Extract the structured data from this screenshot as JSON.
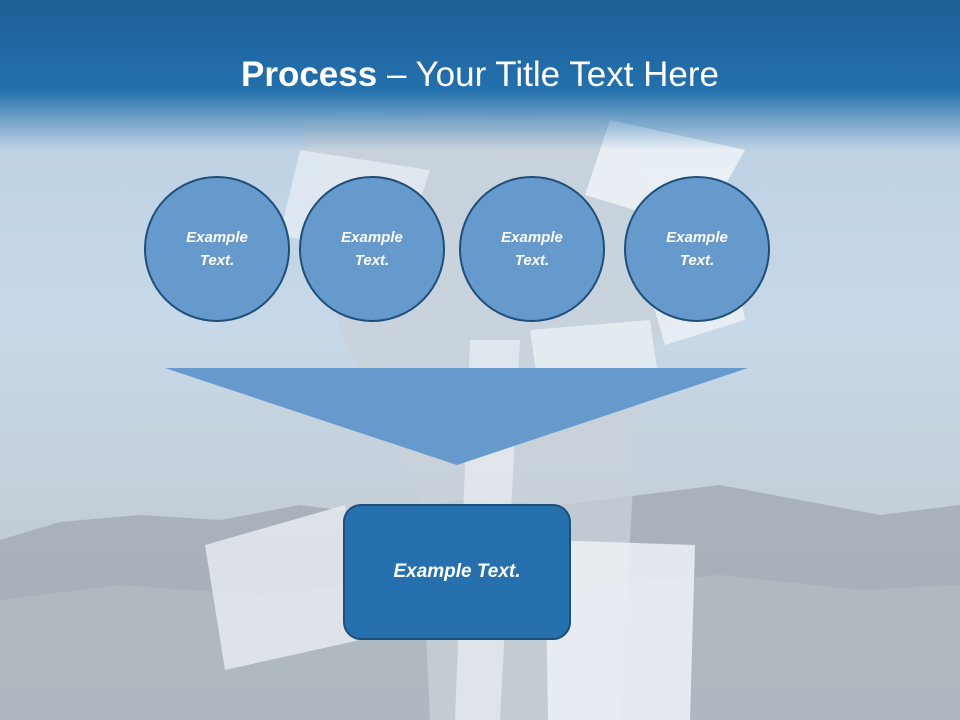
{
  "title": {
    "bold": "Process",
    "rest": " – Your Title Text Here"
  },
  "circles": [
    {
      "text": "Example Text."
    },
    {
      "text": "Example Text."
    },
    {
      "text": "Example Text."
    },
    {
      "text": "Example Text."
    }
  ],
  "result": {
    "text": "Example Text."
  },
  "colors": {
    "title_bar": "#2370ad",
    "circle_fill": "#6699cc",
    "circle_border": "#1f4e79",
    "arrow_fill": "#6699cc",
    "result_fill": "#2670ad"
  }
}
